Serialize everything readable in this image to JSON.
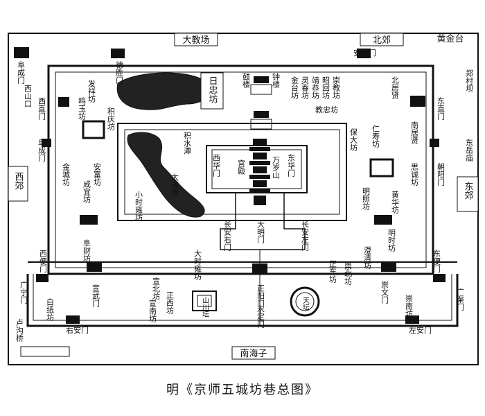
{
  "caption": "明《京师五城坊巷总图》",
  "outer_labels": {
    "top_center": "大教场",
    "top_right_suburb": "北郊",
    "top_right_corner": "黄金台",
    "west_suburb": "西郊",
    "east_suburb": "东郊",
    "bottom_center": "南海子",
    "east_village": "郑村坝",
    "east_temple": "东岳庙",
    "bottom_left": "广渠门",
    "bottom_left_river": "卢沟桥",
    "left_top_gate": "阜成门",
    "left_mid": "西山口"
  },
  "gates": {
    "desheng": "德胜门",
    "anding": "安定门",
    "dongzhi": "东直门",
    "chaoyang": "朝阳门",
    "xizhi": "西直门",
    "fucheng": "阜成门",
    "xuanwu": "宣武门",
    "chongwen": "崇文门",
    "zhengyang": "正阳门",
    "daming": "大明门",
    "chang_an_left": "长安左门",
    "chang_an_right": "长安右门",
    "guangqu": "广渠门",
    "zuoan": "左安门",
    "youan": "右安门",
    "guangning": "广宁门",
    "dongbian": "东便门",
    "xibian": "西便门",
    "yongding": "永定门"
  },
  "wards": {
    "rizhong": "日忠坊",
    "fafu": "发祥坊",
    "jiaozhong": "教忠坊",
    "chongjiao": "崇教坊",
    "zhaohui": "昭回坊",
    "jingfu": "靖恭坊",
    "lingchun": "灵春坊",
    "jinta": "金台坊",
    "zhaogong": "北居贤",
    "nanjuxian": "南居贤",
    "renshou": "仁寿坊",
    "mingzhao": "明照坊",
    "baoda": "保大坊",
    "siyi": "思诚坊",
    "mingshi": "明时坊",
    "huangze": "黄华坊",
    "chengqing": "澄清坊",
    "jinshi": "积庆坊",
    "mingyu": "鸣玉坊",
    "ancun": "安富坊",
    "xianshi": "咸宜坊",
    "jincheng": "金城坊",
    "xiaoshi": "小时雍坊",
    "dashi": "大时雍坊",
    "fuzhang": "阜财坊",
    "xuanbei": "宣北坊",
    "xuannan": "宣南坊",
    "zhengxi": "正西坊",
    "zhengdong": "正东坊",
    "chongbei": "崇北坊",
    "chongnan": "崇南坊",
    "baiyun": "白纸坊",
    "taiye": "太液池",
    "jishui": "积水潭",
    "xiwangmen": "西华门",
    "donghuamen": "东华门",
    "gongdian": "宫殿",
    "wanshou": "万岁山",
    "gulou": "鼓楼",
    "zhonglou": "钟楼"
  },
  "altars": {
    "tiantan": "天坛",
    "shannong": "山川坛"
  }
}
